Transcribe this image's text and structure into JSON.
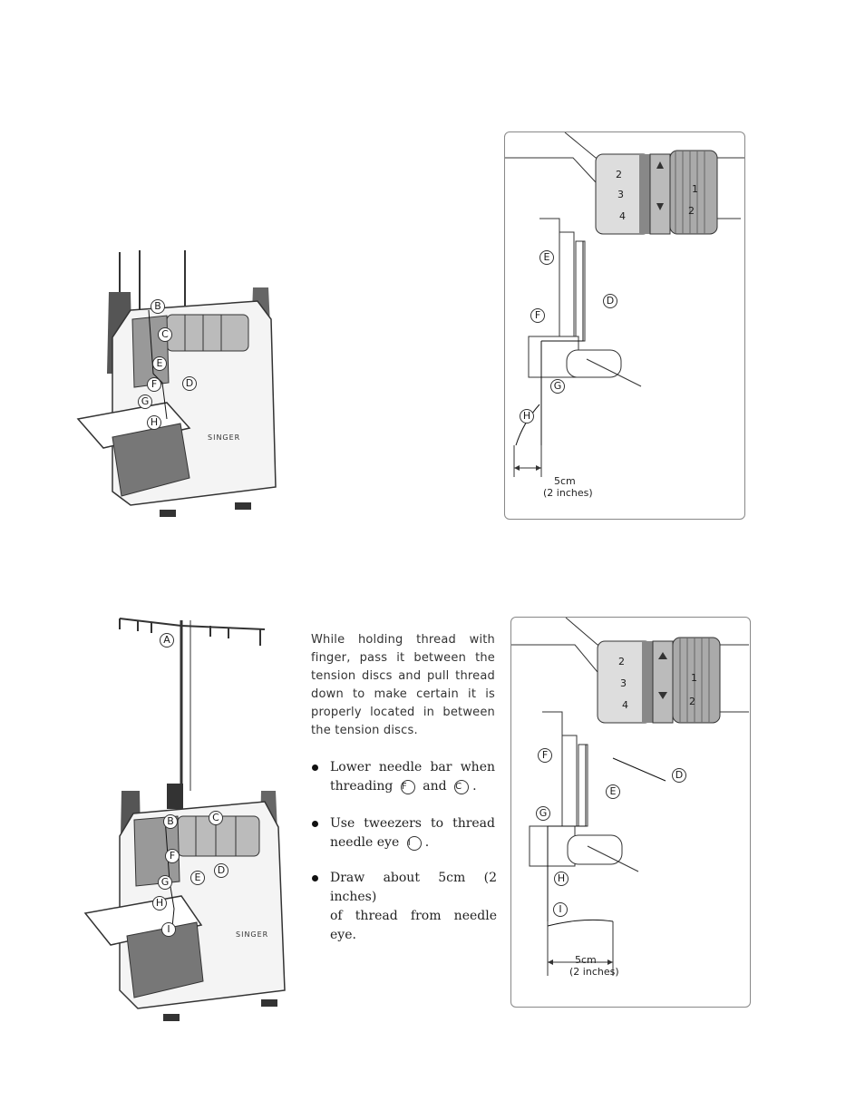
{
  "top_left_labels": {
    "b": "B",
    "c": "C",
    "e": "E",
    "f": "F",
    "d": "D",
    "g": "G",
    "h": "H",
    "brand": "SINGER"
  },
  "top_right_labels": {
    "e": "E",
    "d": "D",
    "f": "F",
    "g": "G",
    "h": "H",
    "dial_2": "2",
    "dial_3": "3",
    "dial_4": "4",
    "dial_1": "1",
    "dial_2b": "2"
  },
  "top_right_measure": {
    "line1": "5cm",
    "line2": "(2 inches)"
  },
  "bottom_left_labels": {
    "a": "A",
    "b": "B",
    "c": "C",
    "f": "F",
    "d": "D",
    "g": "G",
    "e": "E",
    "h": "H",
    "i": "I",
    "brand": "SINGER"
  },
  "bottom_right_labels": {
    "f": "F",
    "e": "E",
    "d": "D",
    "g": "G",
    "h": "H",
    "i": "I",
    "dial_2": "2",
    "dial_3": "3",
    "dial_4": "4",
    "dial_1": "1",
    "dial_2b": "2"
  },
  "bottom_right_measure": {
    "line1": "5cm",
    "line2": "(2 inches)"
  },
  "instructions": {
    "paragraph_lines": [
      "While holding thread with",
      "finger, pass it between the",
      "tension discs and pull thread",
      "down to make certain it is",
      "properly located in between",
      "the tension discs."
    ],
    "bullet1": {
      "line1": "Lower needle bar when",
      "line2_pre": "threading",
      "ref1": "F",
      "mid": "and",
      "ref2": "C",
      "end": "."
    },
    "bullet2": {
      "line1": "Use tweezers to thread",
      "line2_pre": "needle eye",
      "ref": "I",
      "end": "."
    },
    "bullet3": {
      "line1": "Draw about 5cm (2 inches)",
      "line2": "of thread from needle eye."
    }
  }
}
